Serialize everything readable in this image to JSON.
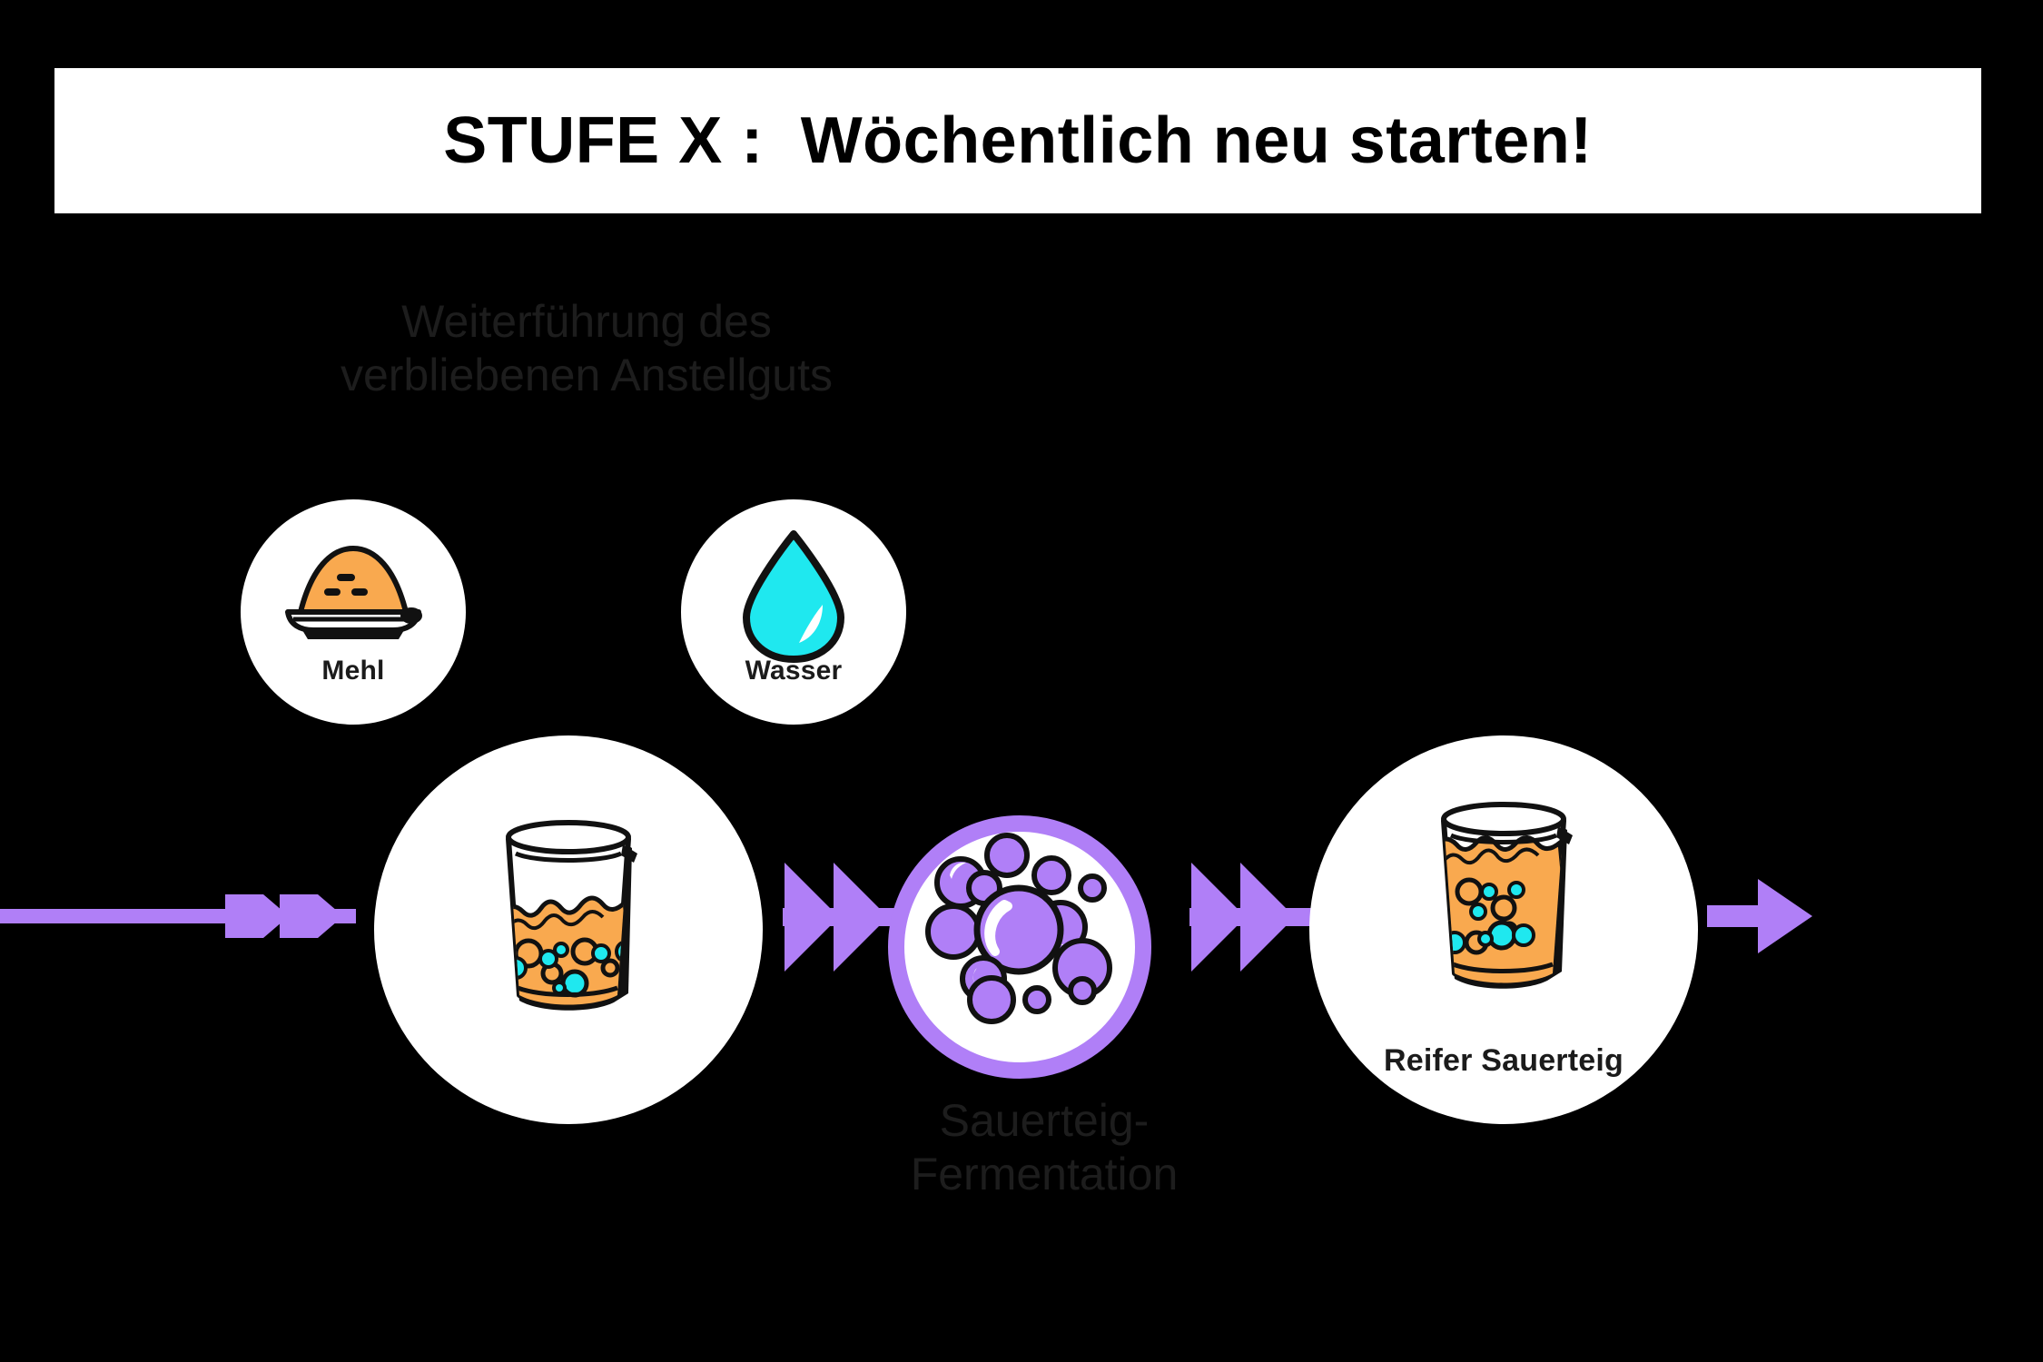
{
  "page": {
    "background_color": "#000000",
    "title_banner_color": "#ffffff",
    "accent_purple": "#b07ff7",
    "dough_orange": "#f9a94f",
    "bubble_cyan": "#1fe8ef",
    "faded_text_color": "#1d1d1d"
  },
  "header": {
    "title": "STUFE X :  Wöchentlich neu starten!"
  },
  "annotations": {
    "top_note": "Weiterführung des\nverbliebenen Anstellguts",
    "bottom_note": "Sauerteig-\nFermentation"
  },
  "flow": {
    "ingredients": [
      {
        "id": "mehl",
        "label": "Mehl",
        "icon": "flour-bowl-icon"
      },
      {
        "id": "wasser",
        "label": "Wasser",
        "icon": "water-drop-icon"
      }
    ],
    "stages": [
      {
        "id": "fresh-dough",
        "label": "",
        "icon": "beaker-half-full-icon"
      },
      {
        "id": "fermentation",
        "label": "",
        "icon": "bubbles-icon"
      },
      {
        "id": "ripe-sourdough",
        "label": "Reifer Sauerteig",
        "icon": "beaker-full-icon"
      }
    ],
    "arrows": [
      {
        "id": "arrow-in",
        "style": "line-double-chevron"
      },
      {
        "id": "arrow-1",
        "style": "double-chevron"
      },
      {
        "id": "arrow-2",
        "style": "double-chevron"
      },
      {
        "id": "arrow-out",
        "style": "single-arrow"
      }
    ]
  }
}
